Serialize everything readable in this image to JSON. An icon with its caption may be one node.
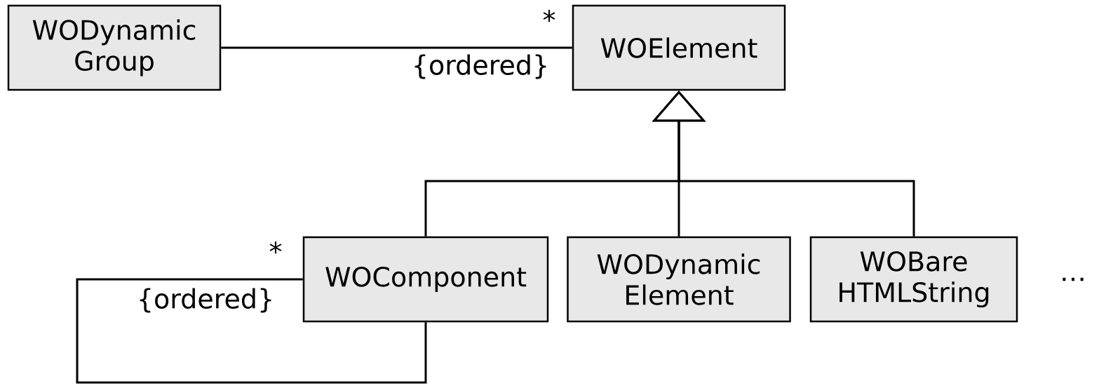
{
  "diagram": {
    "nodes": [
      {
        "text": [
          "WODynamic Group"
        ]
      },
      {
        "text": [
          "WOElement"
        ]
      },
      {
        "text": [
          "WOComponent"
        ]
      },
      {
        "text": [
          "WODynamic Element"
        ]
      },
      {
        "text": [
          "WOBare HTMLString"
        ]
      }
    ],
    "edges": [
      {
        "from": 0,
        "to": 1,
        "arrow": "none"
      },
      {
        "from": 2,
        "to": 1,
        "arrow": "to"
      },
      {
        "from": 3,
        "to": 1,
        "arrow": "to"
      },
      {
        "from": 4,
        "to": 1,
        "arrow": "to"
      },
      {
        "from": 2,
        "to": 2,
        "arrow": "none"
      }
    ],
    "labels": [
      "*",
      "{ordered}",
      "*",
      "{ordered}",
      "…"
    ]
  }
}
